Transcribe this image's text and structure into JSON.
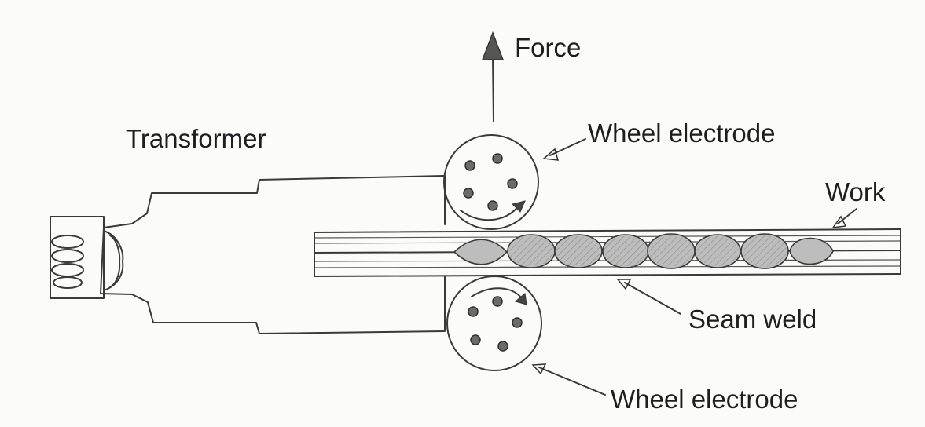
{
  "labels": {
    "force": "Force",
    "transformer": "Transformer",
    "wheel_top": "Wheel electrode",
    "work": "Work",
    "seam_weld": "Seam weld",
    "wheel_bottom": "Wheel electrode"
  },
  "icons": {
    "force_arrow": "arrow-up-icon",
    "rotation_arrows": "curved-arrow-icon",
    "coil": "coil-icon"
  },
  "colors": {
    "ink": "#3a3a3a",
    "paper": "#fbfbf9",
    "nugget": "#bdbdbd"
  }
}
